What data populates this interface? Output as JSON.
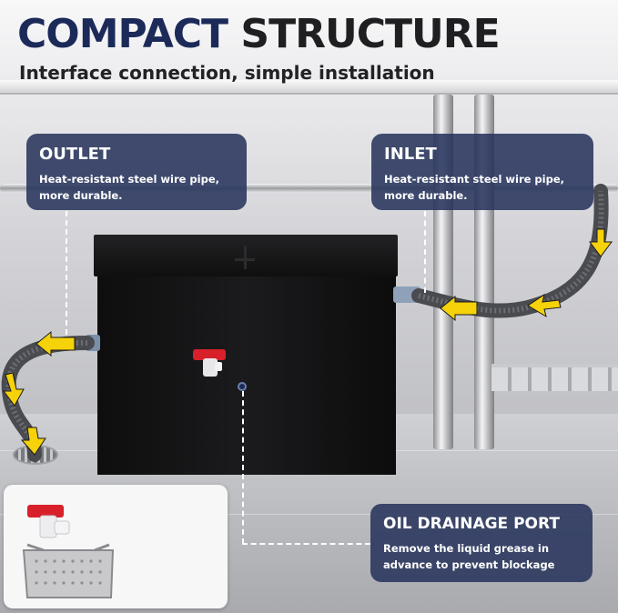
{
  "header": {
    "title_part1": "COMPACT",
    "title_part2": "STRUCTURE",
    "subtitle": "Interface connection, simple installation"
  },
  "callouts": {
    "outlet": {
      "title": "OUTLET",
      "description_line1": "Heat-resistant steel wire pipe,",
      "description_line2": "more durable."
    },
    "inlet": {
      "title": "INLET",
      "description_line1": "Heat-resistant steel wire pipe,",
      "description_line2": "more durable."
    },
    "oil_drainage_port": {
      "title": "OIL DRAINAGE PORT",
      "description_line1": "Remove the liquid grease in",
      "description_line2": "advance to prevent blockage"
    }
  },
  "colors": {
    "title_accent": "#1c2a59",
    "title_dark": "#1f1f21",
    "card_background": "#28345c",
    "flow_arrow": "#f5d20a",
    "valve_handle": "#d8202a"
  },
  "icons": [
    "flow-arrow-icon",
    "valve-icon",
    "drain-grate-icon"
  ]
}
